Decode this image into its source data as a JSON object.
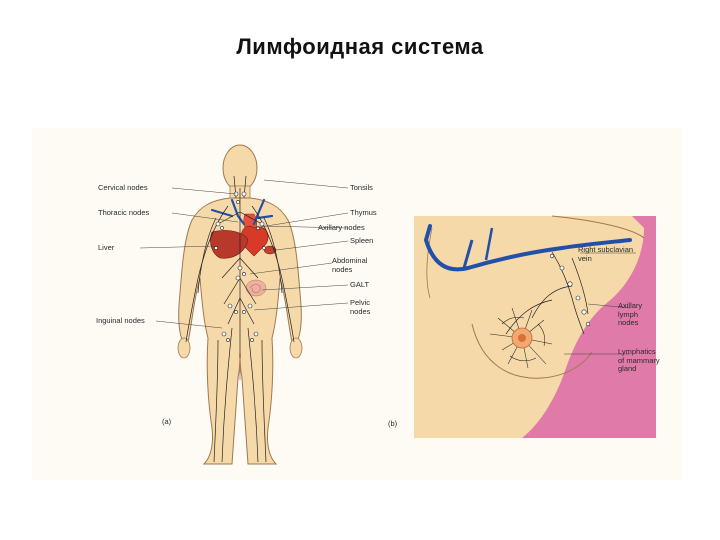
{
  "title": "Лимфоидная  система",
  "panel_a": {
    "marker": "(a)",
    "labels": {
      "cervical": "Cervical nodes",
      "thoracic": "Thoracic nodes",
      "liver": "Liver",
      "inguinal": "Inguinal nodes",
      "tonsils": "Tonsils",
      "thymus": "Thymus",
      "axillary": "Axillary nodes",
      "spleen": "Spleen",
      "abdominal": "Abdominal\nnodes",
      "galt": "GALT",
      "pelvic": "Pelvic\nnodes"
    }
  },
  "panel_b": {
    "marker": "(b)",
    "labels": {
      "subclavian": "Right subclavian\nvein",
      "axillary": "Axillary\nlymph\nnodes",
      "lymphatics": "Lymphatics\nof mammary\ngland"
    }
  },
  "colors": {
    "skin": "#f6d9a8",
    "skin_outline": "#a07850",
    "vessel_blue": "#2250a8",
    "heart_red": "#d83a2a",
    "liver": "#b8392c",
    "pink_bg": "#e07aa8",
    "lymph": "#222222"
  }
}
